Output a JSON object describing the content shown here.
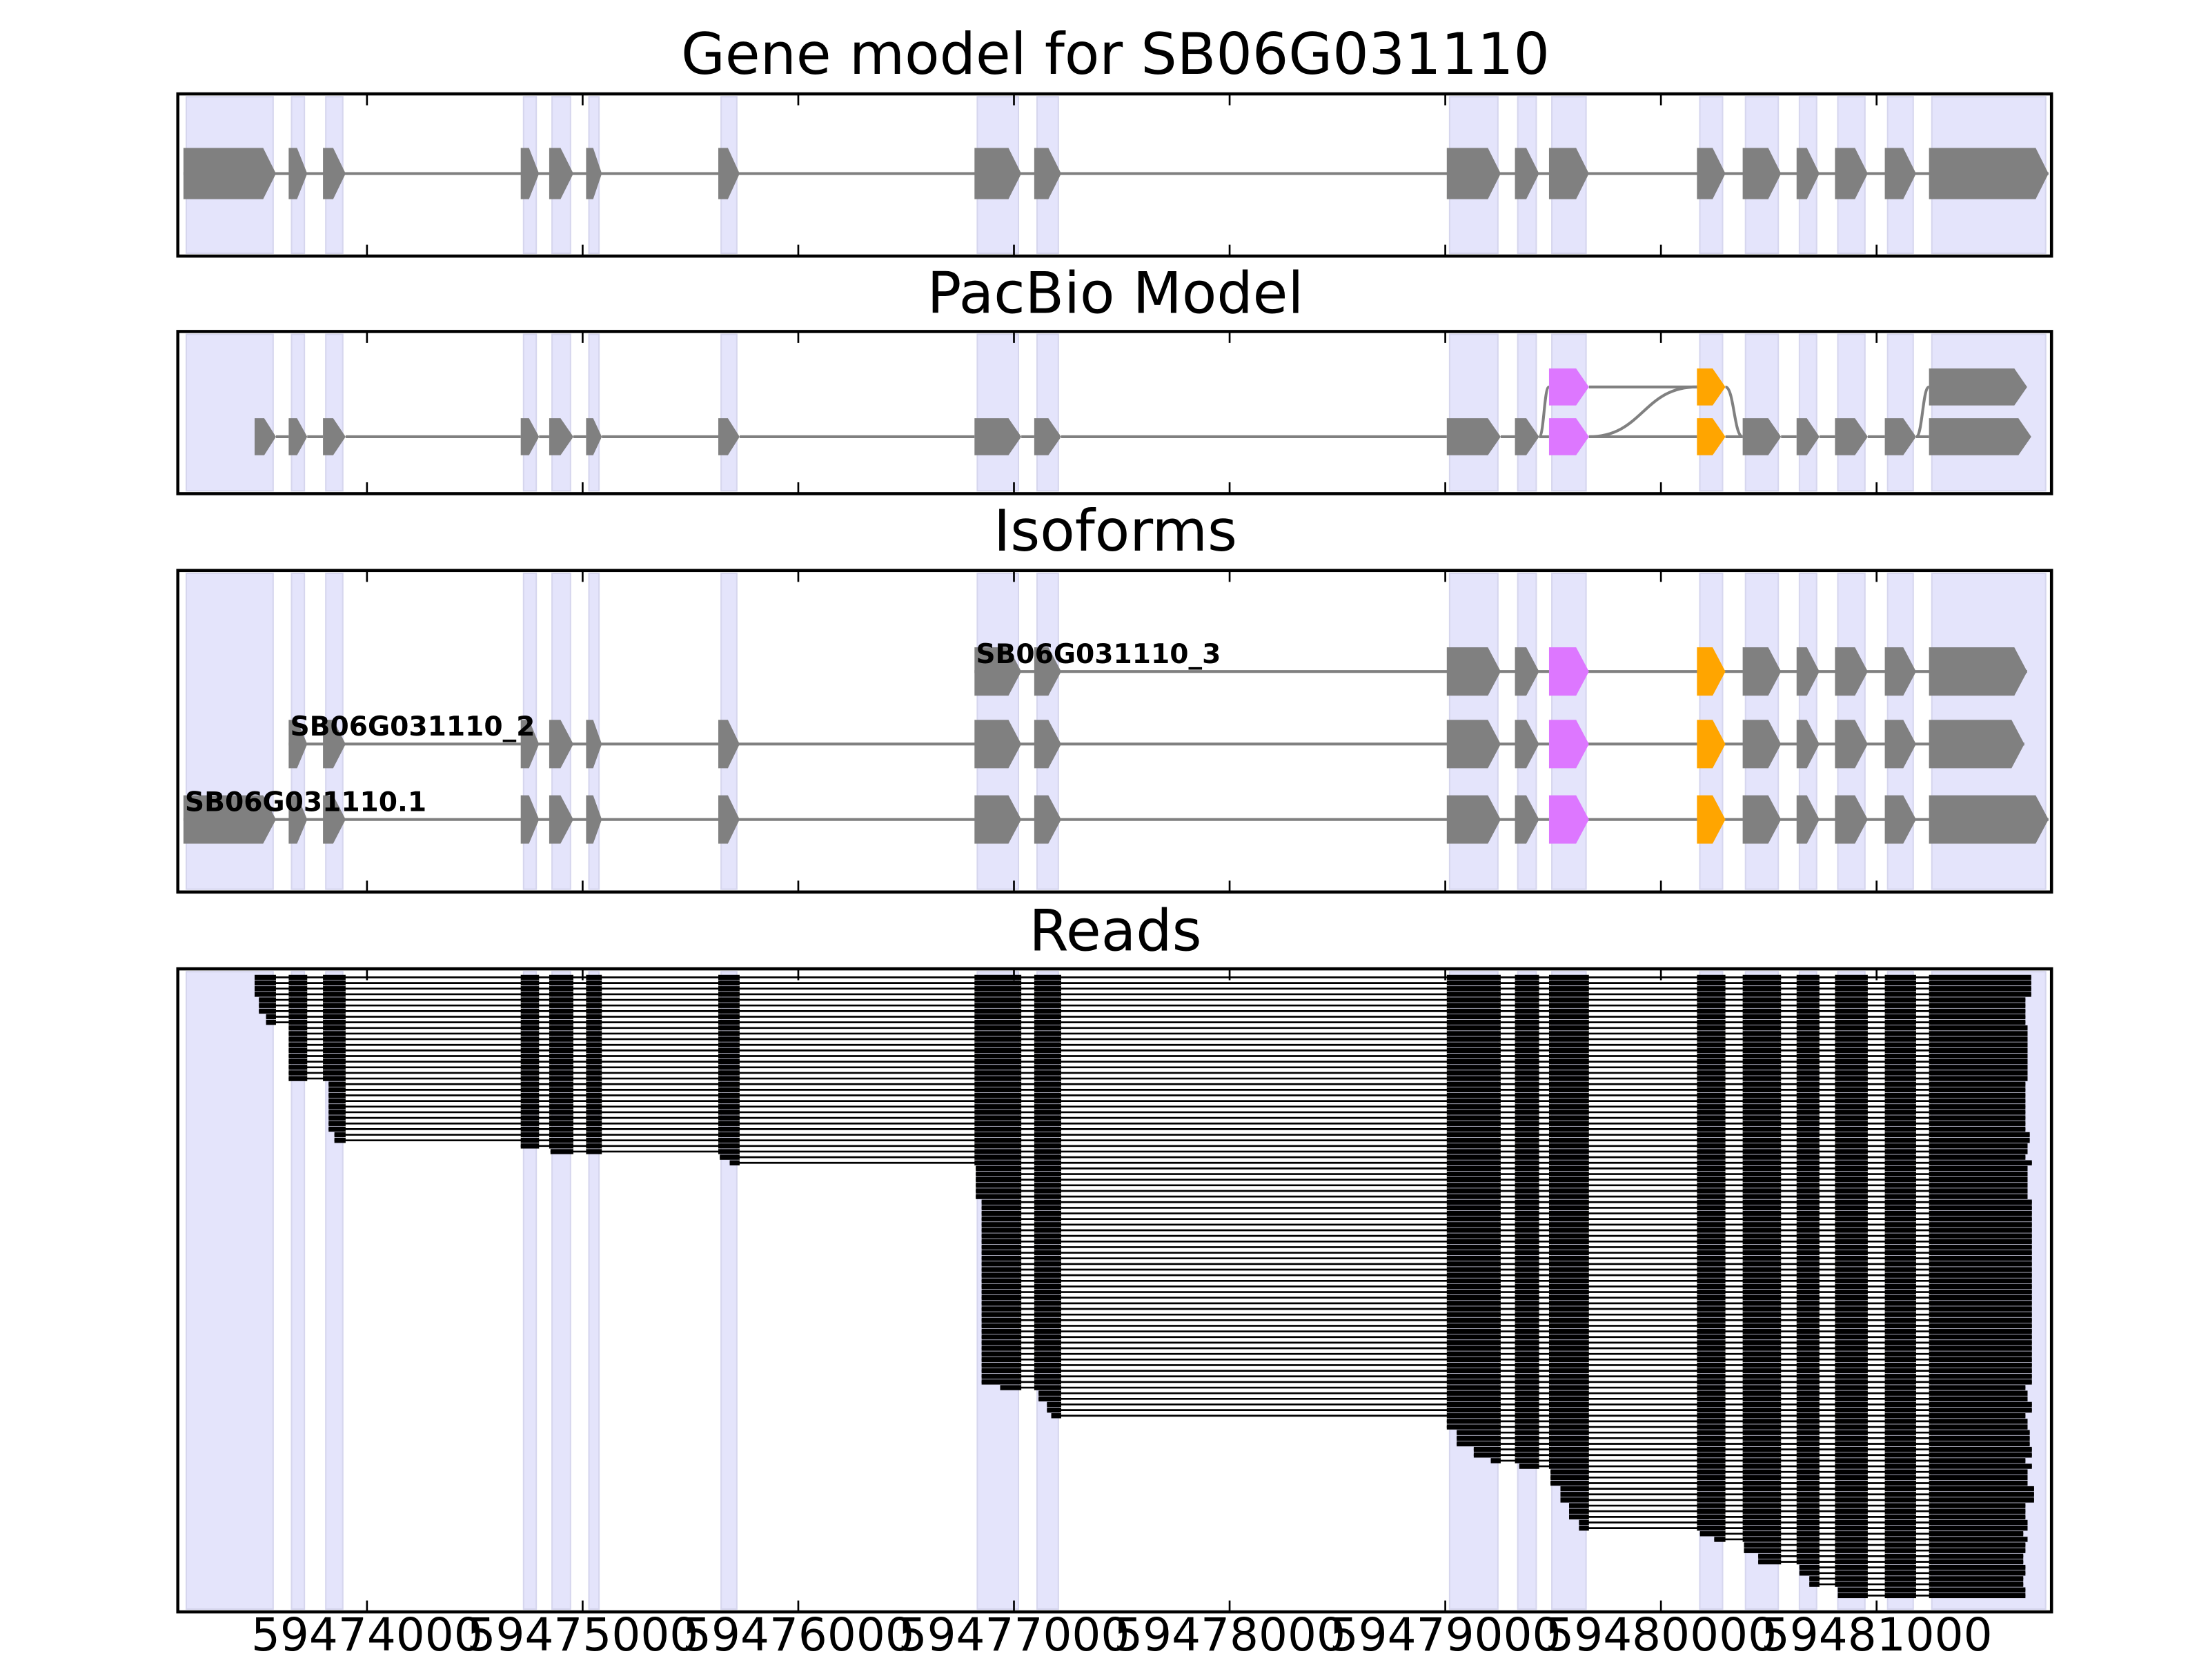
{
  "axis": {
    "range": [
      59473123,
      59481811
    ],
    "ticks": [
      59474000,
      59475000,
      59476000,
      59477000,
      59478000,
      59479000,
      59480000,
      59481000
    ],
    "tick_labels": [
      "59474000",
      "59475000",
      "59476000",
      "59477000",
      "59478000",
      "59479000",
      "59480000",
      "59481000"
    ]
  },
  "colors": {
    "exon": "#808080",
    "intron": "#808080",
    "shade": "#e4e4fb",
    "read": "#000000",
    "highlight": {
      "11": "#dd77ff",
      "12": "#ffa500"
    }
  },
  "exon_regions": [
    [
      59473149,
      59473578
    ],
    [
      59473637,
      59473723
    ],
    [
      59473796,
      59473901
    ],
    [
      59474713,
      59474798
    ],
    [
      59474845,
      59474957
    ],
    [
      59475016,
      59475089
    ],
    [
      59475629,
      59475728
    ],
    [
      59476817,
      59477034
    ],
    [
      59477094,
      59477219
    ],
    [
      59479007,
      59479257
    ],
    [
      59479323,
      59479435
    ],
    [
      59479481,
      59479666
    ],
    [
      59480167,
      59480299
    ],
    [
      59480379,
      59480557
    ],
    [
      59480629,
      59480735
    ],
    [
      59480807,
      59480959
    ],
    [
      59481038,
      59481183
    ],
    [
      59481243,
      59481797
    ]
  ],
  "panels": {
    "gene_model": {
      "title": "Gene model for SB06G031110",
      "exons": [
        0,
        1,
        2,
        3,
        4,
        5,
        6,
        7,
        8,
        9,
        10,
        11,
        12,
        13,
        14,
        15,
        16,
        17
      ]
    },
    "pacbio": {
      "title": "PacBio Model",
      "nodes": [
        [
          0,
          0,
          59473479,
          null
        ],
        [
          1,
          0
        ],
        [
          2,
          0
        ],
        [
          3,
          0
        ],
        [
          4,
          0
        ],
        [
          5,
          0
        ],
        [
          6,
          0
        ],
        [
          7,
          0
        ],
        [
          8,
          0
        ],
        [
          9,
          0
        ],
        [
          10,
          0
        ],
        [
          11,
          0
        ],
        [
          12,
          0
        ],
        [
          13,
          0
        ],
        [
          14,
          0
        ],
        [
          15,
          0
        ],
        [
          16,
          0
        ],
        [
          17,
          0,
          null,
          59481717
        ],
        [
          11,
          1
        ],
        [
          12,
          1
        ],
        [
          17,
          1,
          null,
          59481698
        ]
      ],
      "chain": [
        0,
        1,
        2,
        3,
        4,
        5,
        6,
        7,
        8,
        9,
        10,
        11,
        12,
        13,
        14,
        15,
        16,
        17
      ],
      "edges": [
        [
          10,
          18
        ],
        [
          18,
          19
        ],
        [
          11,
          19
        ],
        [
          19,
          13
        ],
        [
          16,
          20
        ]
      ]
    },
    "isoforms": {
      "title": "Isoforms",
      "items": [
        {
          "label": "SB06G031110.1",
          "row": 0,
          "exons": [
            0,
            1,
            2,
            3,
            4,
            5,
            6,
            7,
            8,
            9,
            10,
            11,
            12,
            13,
            14,
            15,
            16,
            17
          ],
          "end": null
        },
        {
          "label": "SB06G031110_2",
          "row": 1,
          "exons": [
            1,
            2,
            3,
            4,
            5,
            6,
            7,
            8,
            9,
            10,
            11,
            12,
            13,
            14,
            15,
            16,
            17
          ],
          "end": 59481685
        },
        {
          "label": "SB06G031110_3",
          "row": 2,
          "exons": [
            7,
            8,
            9,
            10,
            11,
            12,
            13,
            14,
            15,
            16,
            17
          ],
          "end": 59481698
        }
      ]
    },
    "reads": {
      "title": "Reads",
      "groups": [
        [
          59473479,
          59481717,
          4
        ],
        [
          59473499,
          59481690,
          3
        ],
        [
          59473532,
          59481690,
          2
        ],
        [
          59473637,
          59481700,
          10
        ],
        [
          59473822,
          59481690,
          9
        ],
        [
          59473849,
          59481710,
          2
        ],
        [
          59474713,
          59481700,
          1
        ],
        [
          59474851,
          59481700,
          1
        ],
        [
          59475636,
          59481690,
          1
        ],
        [
          59475682,
          59481720,
          1
        ],
        [
          59476823,
          59481700,
          6
        ],
        [
          59476850,
          59481720,
          33
        ],
        [
          59476936,
          59481690,
          1
        ],
        [
          59477114,
          59481700,
          2
        ],
        [
          59477153,
          59481720,
          2
        ],
        [
          59477173,
          59481690,
          1
        ],
        [
          59479007,
          59481700,
          2
        ],
        [
          59479053,
          59481710,
          3
        ],
        [
          59479132,
          59481720,
          2
        ],
        [
          59479211,
          59481690,
          1
        ],
        [
          59479343,
          59481720,
          1
        ],
        [
          59479488,
          59481700,
          3
        ],
        [
          59479534,
          59481730,
          3
        ],
        [
          59479574,
          59481690,
          3
        ],
        [
          59479620,
          59481700,
          2
        ],
        [
          59480181,
          59481680,
          1
        ],
        [
          59480247,
          59481700,
          1
        ],
        [
          59480385,
          59481690,
          2
        ],
        [
          59480451,
          59481680,
          2
        ],
        [
          59480642,
          59481690,
          2
        ],
        [
          59480688,
          59481680,
          2
        ],
        [
          59480820,
          59481690,
          2
        ]
      ]
    }
  }
}
